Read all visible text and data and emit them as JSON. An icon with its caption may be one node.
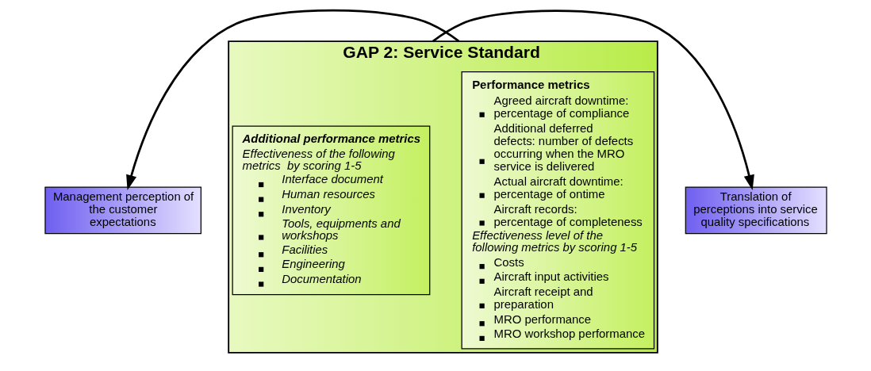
{
  "diagram": {
    "nodes": [
      {
        "text": [
          "Management perception of the customer expectations"
        ]
      },
      {
        "text": [
          "GAP 2: Service Standard"
        ]
      },
      {
        "text": [
          "Performance metrics",
          "Agreed aircraft downtime: percentage of compliance",
          "Additional deferred defects: number of defects occurring when the MRO service is delivered",
          "Actual aircraft downtime: percentage of ontime",
          "Aircraft records: percentage of completeness",
          "Effectiveness level of the following metrics by scoring 1-5",
          "Costs",
          "Aircraft input activities",
          "Aircraft receipt and preparation",
          "MRO performance",
          "MRO workshop performance"
        ],
        "in": 1
      },
      {
        "text": [
          "Additional performance metrics",
          "Effectiveness of the following metrics  by scoring 1-5",
          "Interface document",
          "Human resources",
          "Inventory",
          "Tools, equipments and workshops",
          "Facilities",
          "Engineering",
          "Documentation"
        ],
        "in": 1
      },
      {
        "text": [
          "Translation of perceptions into service quality specifications"
        ]
      }
    ],
    "edges": [
      {
        "from": 1,
        "to": 0,
        "arrow": "to"
      },
      {
        "from": 1,
        "to": 4,
        "arrow": "to"
      }
    ]
  }
}
